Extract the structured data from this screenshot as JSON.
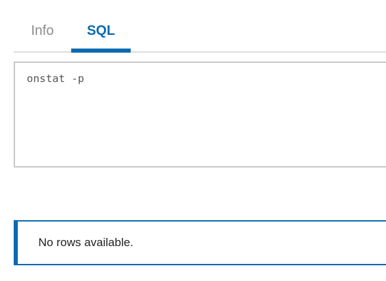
{
  "tabs": {
    "info_label": "Info",
    "sql_label": "SQL",
    "active": "SQL"
  },
  "editor": {
    "query": "onstat -p"
  },
  "results": {
    "message": "No rows available."
  },
  "colors": {
    "accent": "#0b6ab0",
    "inactive_tab": "#8c8c8c",
    "border": "#c8c8c8"
  }
}
